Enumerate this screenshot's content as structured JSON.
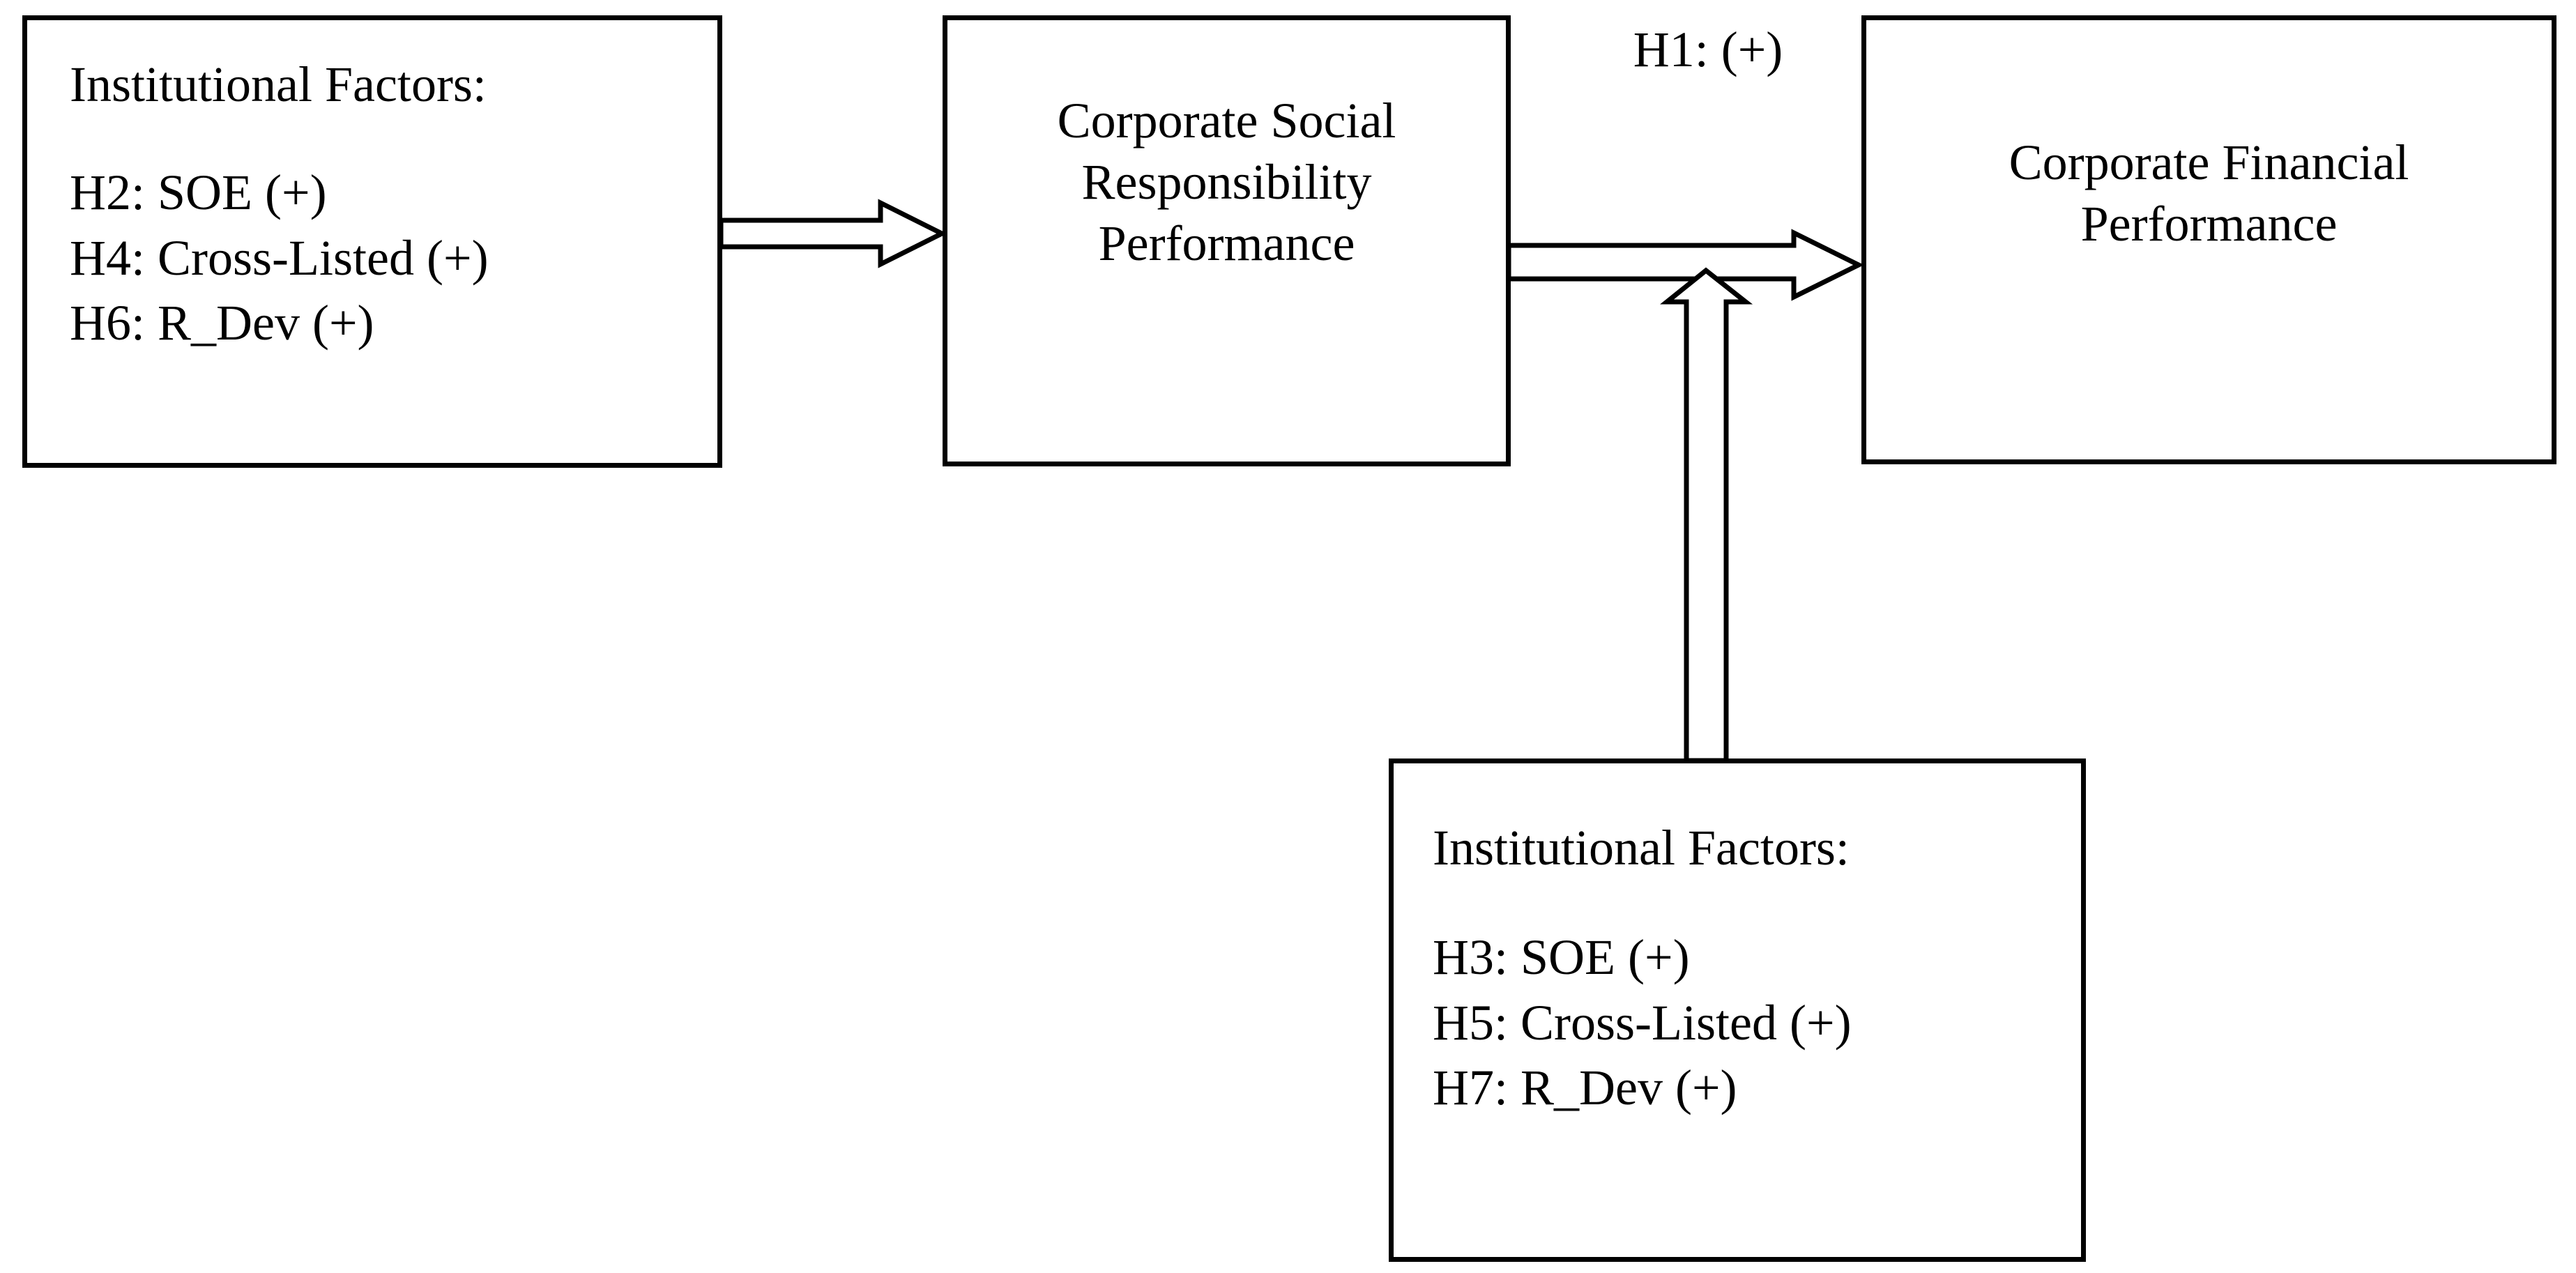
{
  "diagram": {
    "type": "conceptual-framework",
    "title": "",
    "background_color": "#ffffff",
    "line_color": "#000000"
  },
  "nodes": {
    "institutional_factors_csr": {
      "title": "Institutional Factors:",
      "hypotheses": [
        "H2: SOE (+)",
        "H4: Cross-Listed (+)",
        "H6: R_Dev (+)"
      ],
      "h2": "H2: SOE (+)",
      "h4": "H4: Cross-Listed (+)",
      "h6": "H6: R_Dev (+)"
    },
    "csr_performance": {
      "label": "Corporate Social Responsibility Performance",
      "line1": "Corporate Social",
      "line2": "Responsibility",
      "line3": "Performance"
    },
    "cfp": {
      "label": "Corporate Financial Performance",
      "line1": "Corporate Financial",
      "line2": "Performance"
    },
    "institutional_factors_cfp": {
      "title": "Institutional Factors:",
      "hypotheses": [
        "H3: SOE (+)",
        "H5: Cross-Listed (+)",
        "H7: R_Dev (+)"
      ],
      "h3": "H3: SOE (+)",
      "h5": "H5: Cross-Listed (+)",
      "h7": "H7: R_Dev (+)"
    }
  },
  "edges": {
    "inst1_to_csr": {
      "label": "",
      "direction": "right",
      "style": "hollow-block-arrow"
    },
    "csr_to_cfp": {
      "label": "H1: (+)",
      "direction": "right",
      "style": "hollow-block-arrow"
    },
    "inst2_to_csr_cfp_link": {
      "label": "",
      "direction": "up",
      "style": "hollow-block-arrow"
    }
  }
}
